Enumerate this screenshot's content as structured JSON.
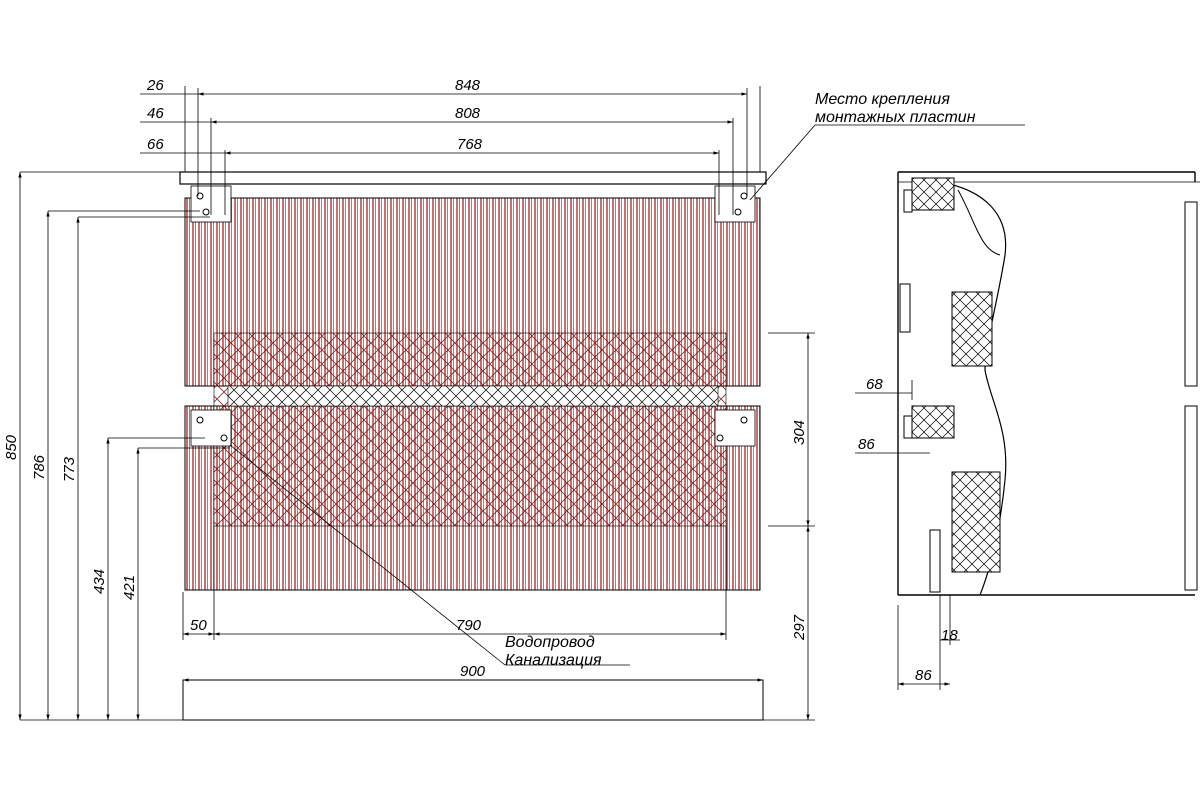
{
  "front_view": {
    "top_dims": {
      "d26": "26",
      "d848": "848",
      "d46": "46",
      "d808": "808",
      "d66": "66",
      "d768": "768"
    },
    "left_dims": {
      "d850": "850",
      "d786": "786",
      "d773": "773",
      "d434": "434",
      "d421": "421"
    },
    "bottom_dims": {
      "d50": "50",
      "d790": "790",
      "d900": "900"
    },
    "right_dims": {
      "d304": "304",
      "d297": "297"
    },
    "callout_mounting": {
      "line1": "Место крепления",
      "line2": "монтажных пластин"
    },
    "callout_pipes": {
      "line1": "Водопровод",
      "line2": "Канализация"
    }
  },
  "side_view": {
    "dims": {
      "d68": "68",
      "d86_mid": "86",
      "d18": "18",
      "d86_bottom": "86"
    }
  },
  "colors": {
    "line": "#000000",
    "hatch": "#b02020",
    "background": "#ffffff"
  }
}
